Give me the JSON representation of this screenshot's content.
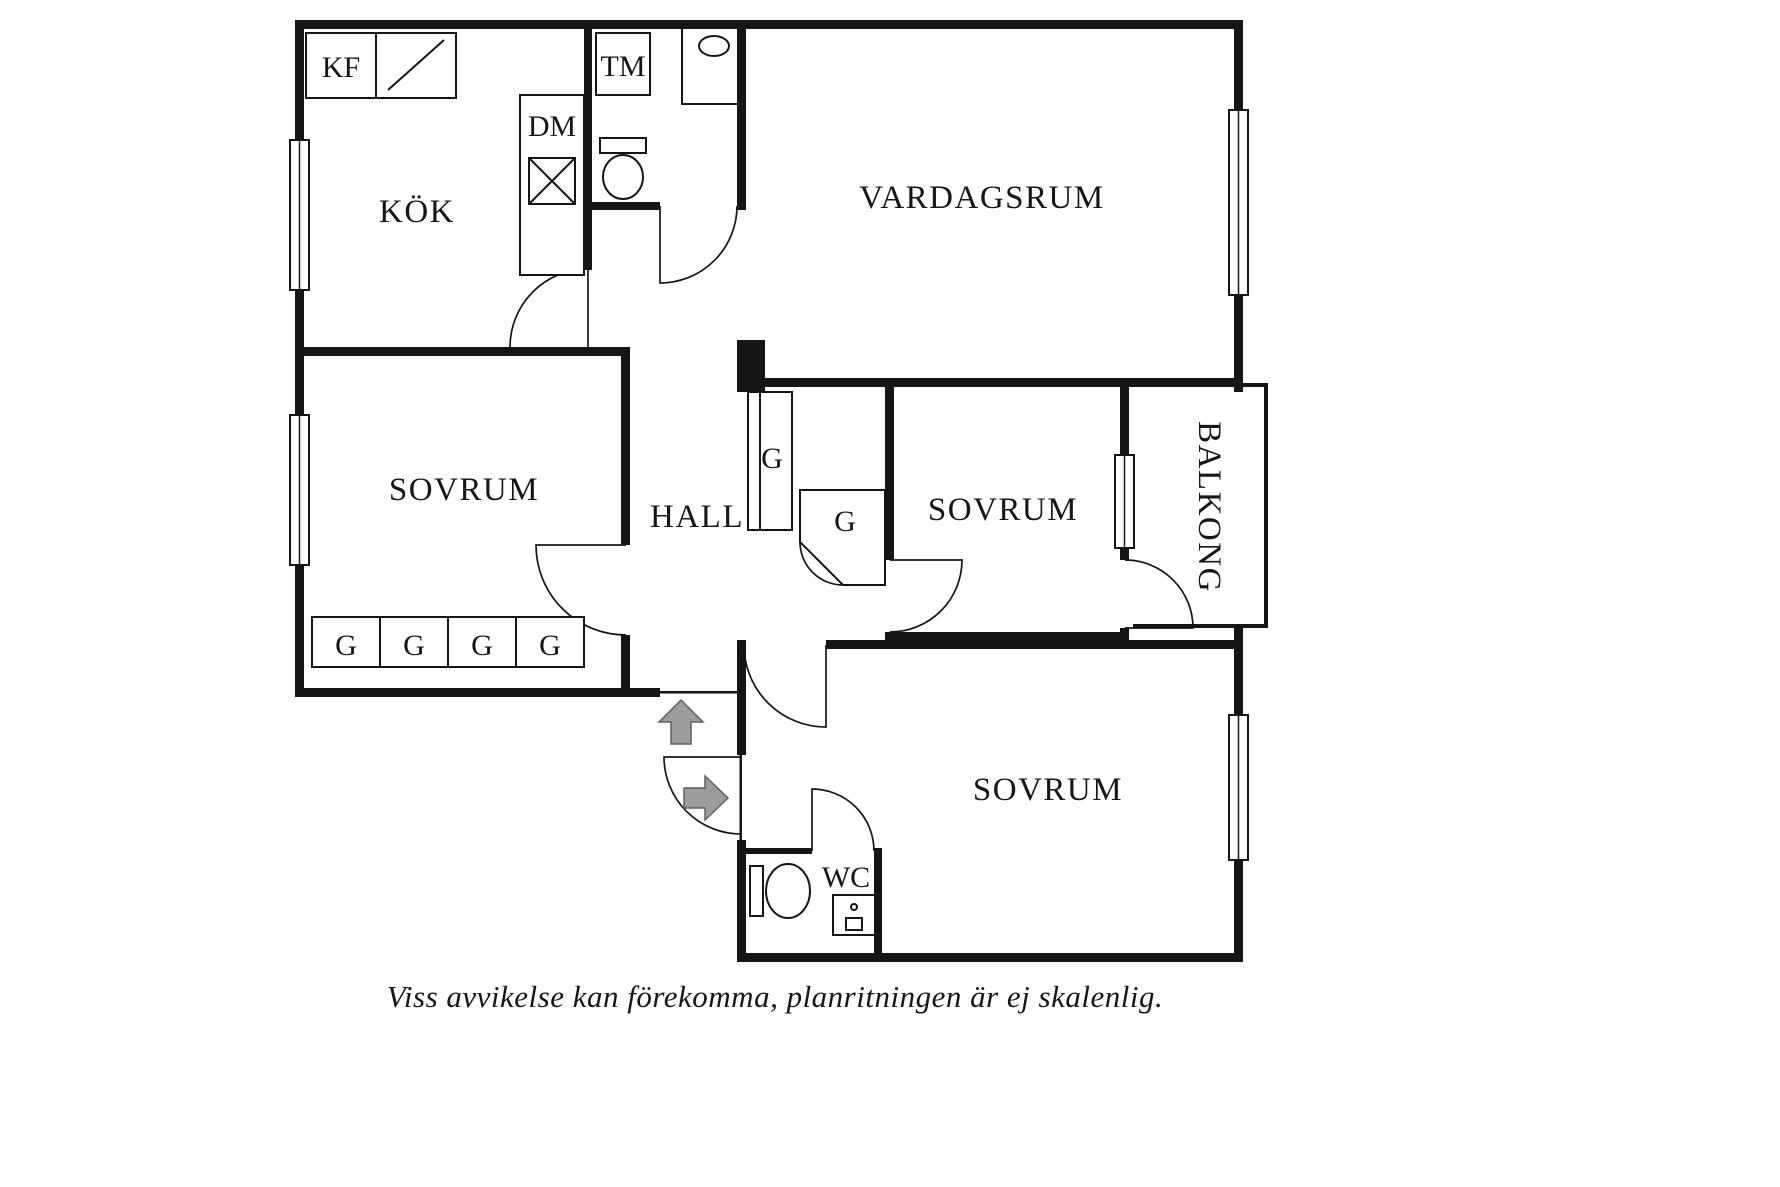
{
  "floorplan": {
    "rooms": {
      "kitchen": "KÖK",
      "living_room": "VARDAGSRUM",
      "bedroom_left": "SOVRUM",
      "bedroom_middle": "SOVRUM",
      "bedroom_lower": "SOVRUM",
      "hall": "HALL",
      "balcony": "BALKONG",
      "wc": "WC"
    },
    "appliances": {
      "fridge_freezer": "KF",
      "dishwasher": "DM",
      "washing_machine": "TM"
    },
    "closets": {
      "wardrobes": [
        "G",
        "G",
        "G",
        "G"
      ],
      "hall_closet_a": "G",
      "hall_closet_b": "G"
    },
    "caption": "Viss avvikelse kan förekomma, planritningen är ej skalenlig.",
    "colors": {
      "walls": "#151515",
      "entrance_arrow": "#9c9c9c",
      "background": "#ffffff"
    }
  }
}
